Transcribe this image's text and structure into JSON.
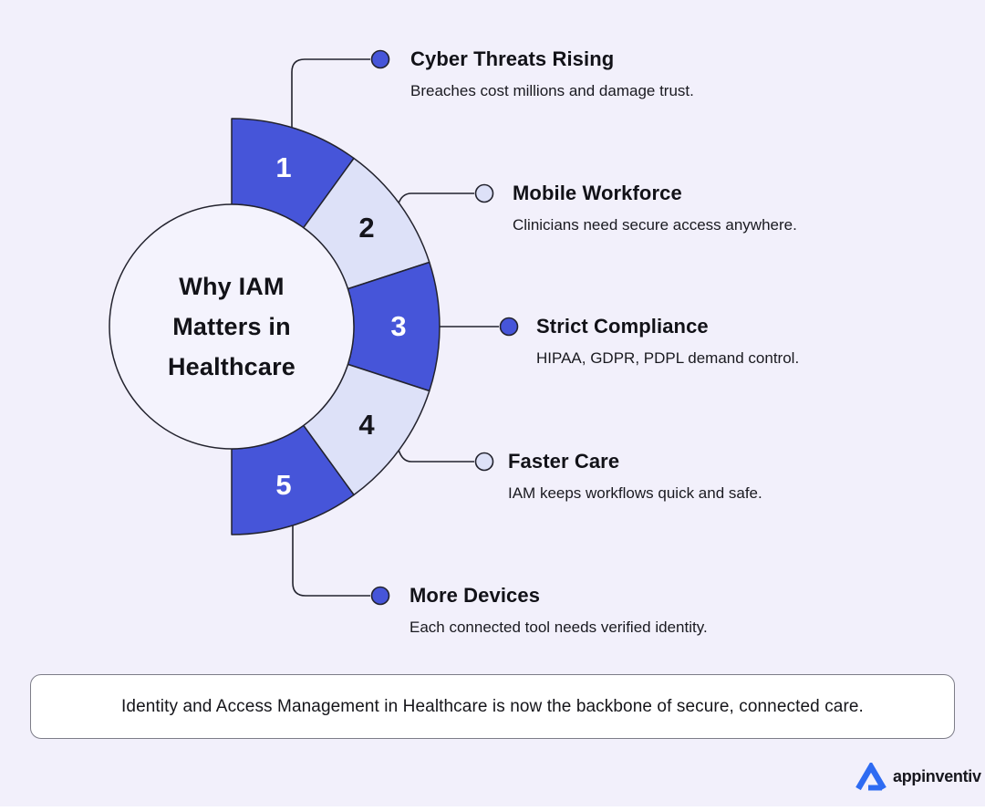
{
  "center": {
    "title_lines": [
      "Why IAM",
      "Matters in",
      "Healthcare"
    ]
  },
  "items": [
    {
      "number": "1",
      "title": "Cyber Threats Rising",
      "description": "Breaches cost millions and damage trust.",
      "color": "blue"
    },
    {
      "number": "2",
      "title": "Mobile Workforce",
      "description": "Clinicians need secure access anywhere.",
      "color": "light"
    },
    {
      "number": "3",
      "title": "Strict Compliance",
      "description": "HIPAA, GDPR, PDPL demand control.",
      "color": "blue"
    },
    {
      "number": "4",
      "title": "Faster Care",
      "description": "IAM keeps workflows quick and safe.",
      "color": "light"
    },
    {
      "number": "5",
      "title": "More Devices",
      "description": "Each connected tool needs verified identity.",
      "color": "blue"
    }
  ],
  "footer": {
    "text": "Identity and Access Management in Healthcare is now the backbone of secure, connected care."
  },
  "logo": {
    "text": "appinventiv"
  },
  "colors": {
    "background": "#F2F0FB",
    "segment_blue": "#4655D9",
    "segment_light": "#DDE1F8",
    "circle_fill": "#F4F3FD",
    "outline": "#23232E",
    "text_dark": "#141419",
    "banner_border": "#7D7D88",
    "logo_blue": "#2E6BF2"
  }
}
